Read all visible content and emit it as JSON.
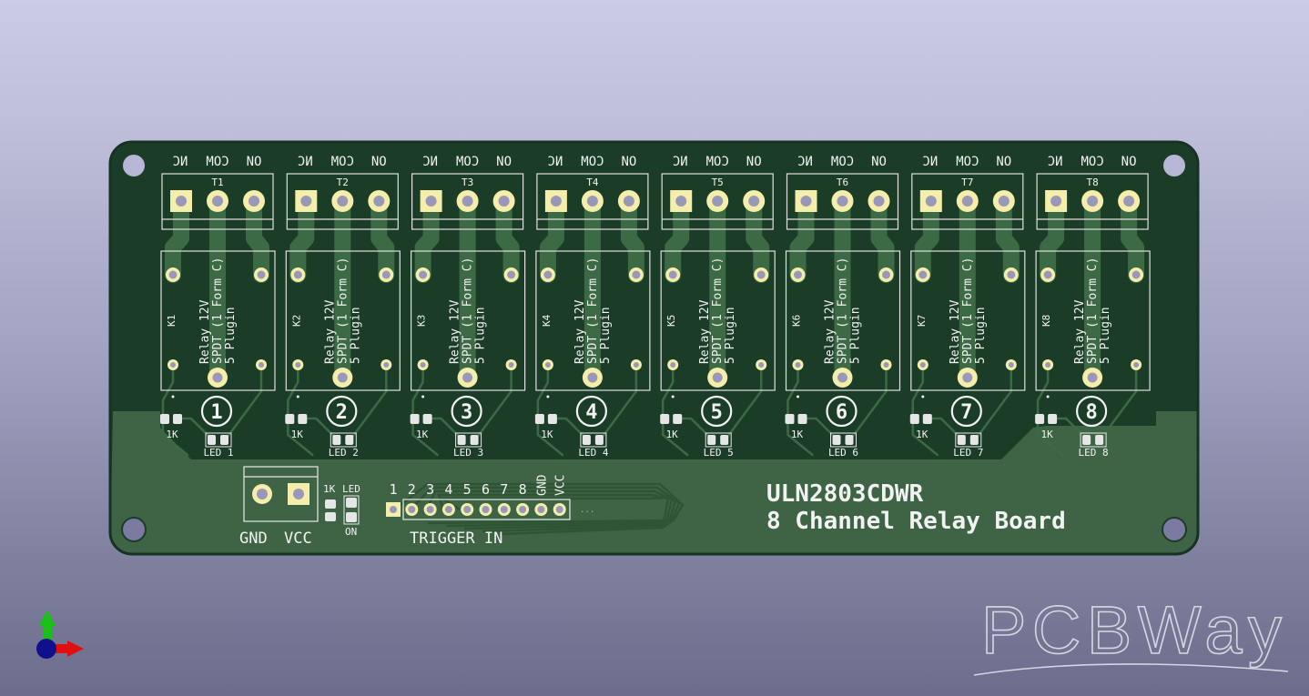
{
  "viewer": {
    "background_top": "#cbcbe6",
    "background_bottom": "#6c6c8c",
    "watermark": "PCBWay",
    "axes_indicator": {
      "x_color": "#e01010",
      "y_color": "#10c010",
      "z_color": "#101090"
    }
  },
  "board": {
    "title_line1": "ULN2803CDWR",
    "title_line2": "8 Channel Relay Board",
    "colors": {
      "soldermask": "#1b3d28",
      "copper_pour": "#3f6445",
      "trace": "#3c6a44",
      "pad_gold": "#f4eeaa",
      "drill": "#9a98b8",
      "silkscreen": "#f2f2f2"
    },
    "channels": [
      {
        "index": 1,
        "terminal": "T1",
        "relay": "K1",
        "number": "1",
        "resistor": "1K",
        "led": "LED 1"
      },
      {
        "index": 2,
        "terminal": "T2",
        "relay": "K2",
        "number": "2",
        "resistor": "1K",
        "led": "LED 2"
      },
      {
        "index": 3,
        "terminal": "T3",
        "relay": "K3",
        "number": "3",
        "resistor": "1K",
        "led": "LED 3"
      },
      {
        "index": 4,
        "terminal": "T4",
        "relay": "K4",
        "number": "4",
        "resistor": "1K",
        "led": "LED 4"
      },
      {
        "index": 5,
        "terminal": "T5",
        "relay": "K5",
        "number": "5",
        "resistor": "1K",
        "led": "LED 5"
      },
      {
        "index": 6,
        "terminal": "T6",
        "relay": "K6",
        "number": "6",
        "resistor": "1K",
        "led": "LED 6"
      },
      {
        "index": 7,
        "terminal": "T7",
        "relay": "K7",
        "number": "7",
        "resistor": "1K",
        "led": "LED 7"
      },
      {
        "index": 8,
        "terminal": "T8",
        "relay": "K8",
        "number": "8",
        "resistor": "1K",
        "led": "LED 8"
      }
    ],
    "terminal_labels": {
      "nc": "NC",
      "com": "COM",
      "no": "NO"
    },
    "relay_text": {
      "line1": "Relay 12V",
      "line2": "SPDT (1 Form C)",
      "line3": "5 Plugin"
    },
    "power": {
      "gnd": "GND",
      "vcc": "VCC",
      "resistor": "1K",
      "led": "LED",
      "on": "ON"
    },
    "trigger": {
      "label": "TRIGGER IN",
      "pins": [
        "1",
        "2",
        "3",
        "4",
        "5",
        "6",
        "7",
        "8",
        "GND",
        "VCC"
      ],
      "ellipsis": "..."
    }
  }
}
